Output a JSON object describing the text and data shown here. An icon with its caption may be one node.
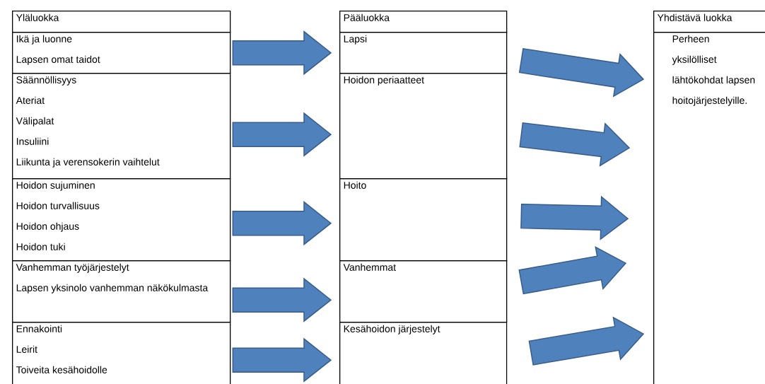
{
  "diagram": {
    "nodes": [
      {
        "text": [
          "Yläluokka"
        ]
      },
      {
        "text": [
          "Ikä ja luonne",
          "Lapsen omat taidot"
        ]
      },
      {
        "text": [
          "Säännöllisyys",
          "Ateriat",
          "Välipalat",
          "Insuliini",
          "Liikunta ja verensokerin vaihtelut"
        ]
      },
      {
        "text": [
          "Hoidon sujuminen",
          "Hoidon turvallisuus",
          "Hoidon ohjaus",
          "Hoidon tuki"
        ]
      },
      {
        "text": [
          "Vanhemman työjärjestelyt",
          "Lapsen yksinolo vanhemman näkökulmasta"
        ]
      },
      {
        "text": [
          "Ennakointi",
          "Leirit",
          "Toiveita kesähoidolle"
        ]
      },
      {
        "text": [
          "Pääluokka"
        ]
      },
      {
        "text": [
          "Lapsi"
        ]
      },
      {
        "text": [
          "Hoidon periaatteet"
        ]
      },
      {
        "text": [
          "Hoito"
        ]
      },
      {
        "text": [
          "Vanhemmat"
        ]
      },
      {
        "text": [
          "Kesähoidon järjestelyt"
        ]
      },
      {
        "text": [
          "Yhdistävä luokka"
        ]
      },
      {
        "text": [
          "Perheen yksilölliset lähtökohdat lapsen hoitojärjestelyille."
        ]
      }
    ],
    "edges": [
      {
        "from": 1,
        "to": 7,
        "arrow": "to"
      },
      {
        "from": 2,
        "to": 8,
        "arrow": "to"
      },
      {
        "from": 3,
        "to": 9,
        "arrow": "to"
      },
      {
        "from": 4,
        "to": 10,
        "arrow": "to"
      },
      {
        "from": 5,
        "to": 11,
        "arrow": "to"
      },
      {
        "from": 7,
        "to": 13,
        "arrow": "to"
      },
      {
        "from": 8,
        "to": 13,
        "arrow": "to"
      },
      {
        "from": 9,
        "to": 13,
        "arrow": "to"
      },
      {
        "from": 10,
        "to": 13,
        "arrow": "to"
      },
      {
        "from": 11,
        "to": 13,
        "arrow": "to"
      }
    ]
  }
}
